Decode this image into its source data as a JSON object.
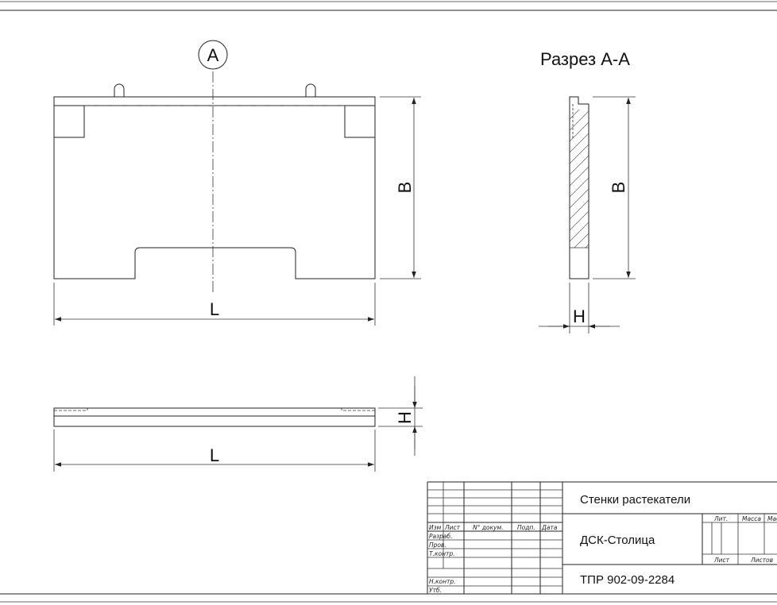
{
  "view_a": {
    "section_marker": "A",
    "dim_width": "L",
    "dim_height": "B"
  },
  "section": {
    "title": "Разрез А-А",
    "dim_height": "B",
    "dim_thickness": "H"
  },
  "view_bottom": {
    "dim_thickness": "H",
    "dim_width": "L"
  },
  "title_block": {
    "name": "Стенки растекатели",
    "organization": "ДСК-Столица",
    "document_code": "ТПР 902-09-2284",
    "col_izm": "Изм",
    "col_list": "Лист",
    "col_doc_no": "N° докум.",
    "col_sign": "Подп.",
    "col_date": "Дата",
    "row_developed": "Разраб.",
    "row_checked": "Пров.",
    "row_tech_control": "Т.контр.",
    "row_norm_control": "Н.контр.",
    "row_approved": "Утб.",
    "lit": "Лит.",
    "mass": "Масса",
    "scale": "Масштаб",
    "sheet": "Лист",
    "sheets": "Листов"
  }
}
